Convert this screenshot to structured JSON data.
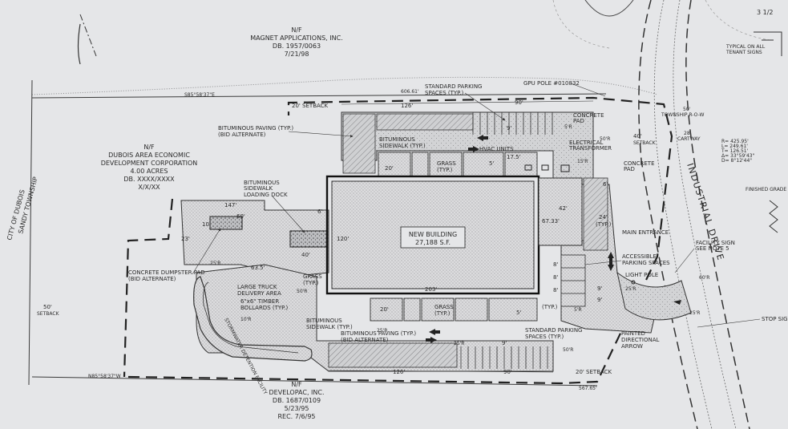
{
  "owners": {
    "north": {
      "nf": "N/F",
      "name": "MAGNET APPLICATIONS, INC.",
      "deed": "DB. 1957/0063",
      "date": "7/21/98"
    },
    "west": {
      "nf": "N/F",
      "line1": "DUBOIS AREA ECONOMIC",
      "line2": "DEVELOPMENT CORPORATION",
      "acres": "4.00 ACRES",
      "deed": "DB. XXXX/XXXX",
      "date": "X/X/XX"
    },
    "south": {
      "nf": "N/F",
      "name": "DEVELOPAC, INC.",
      "deed": "DB. 1687/0109",
      "date": "5/23/95",
      "rec": "REC. 7/6/95"
    }
  },
  "municipality": {
    "city": "CITY OF DUBOIS",
    "township": "SANDY TOWNSHIP"
  },
  "road": {
    "name": "INDUSTRIAL DRIVE",
    "row": "TOWNSHIP R-O-W",
    "cartway": "CARTWAY",
    "row_width": "50'",
    "cartway_width": "28'"
  },
  "building": {
    "label": "NEW BUILDING",
    "area": "27,188 S.F."
  },
  "callouts": {
    "std_parking_n": [
      "STANDARD PARKING",
      "SPACES (TYP.)"
    ],
    "gpu_pole": "GPU POLE #010832",
    "concrete_pad_1": [
      "CONCRETE",
      "PAD"
    ],
    "concrete_pad_2": [
      "CONCRETE",
      "PAD"
    ],
    "bit_paving_n": [
      "BITUMINOUS PAVING (TYP.)",
      "(BID ALTERNATE)"
    ],
    "bit_sidewalk_n": [
      "BITUMINOUS",
      "SIDEWALK (TYP.)"
    ],
    "hvac": "HVAC UNITS",
    "elec": [
      "ELECTRICAL",
      "TRANSFORMER"
    ],
    "bit_sidewalk_w": [
      "BITUMINOUS",
      "SIDEWALK"
    ],
    "loading_dock": "LOADING DOCK",
    "main_entrance": "MAIN ENTRANCE",
    "accessible": [
      "ACCESSIBLE",
      "PARKING SPACES"
    ],
    "light_pole": "LIGHT POLE",
    "facility_sign": [
      "FACILITY SIGN",
      "SEE NOTE 5"
    ],
    "dumpster": [
      "CONCRETE DUMPSTER PAD",
      "(BID ALTERNATE)"
    ],
    "truck": [
      "LARGE TRUCK",
      "DELIVERY AREA"
    ],
    "bollards": [
      "6\"x6\" TIMBER",
      "BOLLARDS (TYP.)"
    ],
    "stormwater": "STORMWATER DETENTION FACILITY",
    "bit_sidewalk_s": [
      "BITUMINOUS",
      "SIDEWALK (TYP.)"
    ],
    "bit_paving_s": [
      "BITUMINOUS PAVING (TYP.)",
      "(BID ALTERNATE)"
    ],
    "std_parking_s": [
      "STANDARD PARKING",
      "SPACES (TYP.)"
    ],
    "painted_arrow": [
      "PAINTED",
      "DIRECTIONAL",
      "ARROW"
    ],
    "stop_sign": "STOP SIGN",
    "finished_grade": "FINISHED GRADE",
    "typical_signs": [
      "TYPICAL ON ALL",
      "TENANT SIGNS"
    ],
    "top_fraction": "3 1/2",
    "grass": "GRASS",
    "grass_typ": "(TYP.)",
    "typ": "(TYP.)",
    "setback": "SETBACK"
  },
  "dims": {
    "setback_n": "20' SETBACK",
    "setback_s": "20' SETBACK",
    "setback_e": "40'",
    "setback_w": "50'",
    "d126_n": "126'",
    "d90_n": "90'",
    "d126_s": "126'",
    "d90_s": "90'",
    "d147": "147'",
    "d60": "60'",
    "d10": "10'",
    "d23": "23'",
    "d6_dock": "6'",
    "d40_dock": "40'",
    "d120": "120'",
    "d203": "203'",
    "d42": "42'",
    "d6733": "67.33'",
    "d24": "24'",
    "d6": "6'",
    "d635": "63.5'",
    "d9_n": "9'",
    "d9_s": "9'",
    "d20_n": "20'",
    "d20_s": "20'",
    "d5_n": "5'",
    "d5_s": "5'",
    "d175": "17.5'",
    "d8a": "8'",
    "d8b": "8'",
    "d8c": "8'",
    "d9a": "9'",
    "d9b": "9'",
    "r15": "15'R",
    "r5a": "5'R",
    "r5b": "5'R",
    "r25a": "25'R",
    "r25b": "25'R",
    "r25c": "25'R",
    "r25d": "25'R",
    "r50a": "50'R",
    "r50b": "50'R",
    "r50c": "50'R",
    "r60": "60'R",
    "r10": "10'R",
    "r25e": "25'R",
    "brg_n": "S85°58'37\"E",
    "dist_n": "606.61'",
    "brg_s": "N85°58'37\"W",
    "dist_s": "567.65'",
    "curve": [
      "R= 425.95'",
      "L= 249.61'",
      "T= 126.51'",
      "Δ= 33°59'43\"",
      "D= 8°12'44\""
    ]
  }
}
